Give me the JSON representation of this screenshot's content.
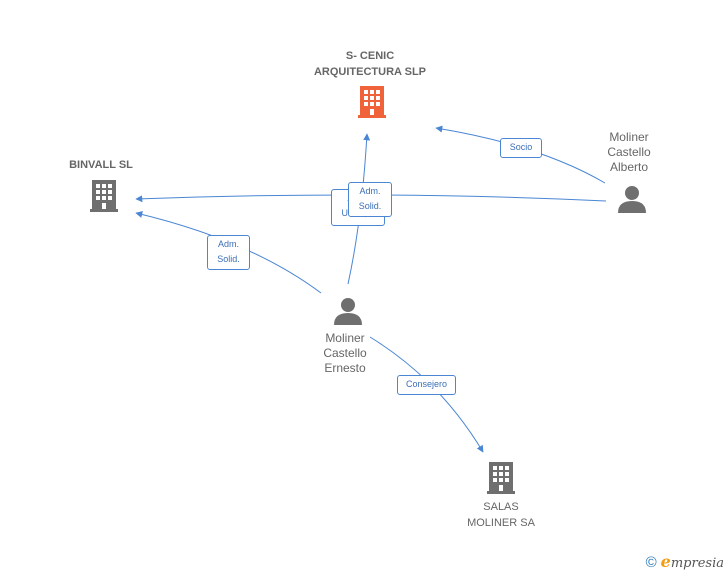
{
  "nodes": {
    "scenic": {
      "label_line1": "S- CENIC",
      "label_line2": "ARQUITECTURA SLP"
    },
    "binvall": {
      "label": "BINVALL SL"
    },
    "salas": {
      "label_line1": "SALAS",
      "label_line2": "MOLINER SA"
    },
    "alberto": {
      "line1": "Moliner",
      "line2": "Castello",
      "line3": "Alberto"
    },
    "ernesto": {
      "line1": "Moliner",
      "line2": "Castello",
      "line3": "Ernesto"
    }
  },
  "edges": {
    "socio": {
      "label": "Socio"
    },
    "adm_solid_binvall": {
      "line1": "Adm.",
      "line2": "Solid."
    },
    "adm_solid_scenic": {
      "line1": "Adm.",
      "line2": "Solid."
    },
    "adm_unico": {
      "line1": "Adm.",
      "line2": "Unico,..."
    },
    "consejero": {
      "label": "Consejero"
    }
  },
  "colors": {
    "main_company": "#f0623a",
    "company": "#6f6f6f",
    "person": "#6f6f6f",
    "edge": "#4a86d4"
  },
  "footer": {
    "copyright": "©",
    "brand_initial": "e",
    "brand_rest": "mpresia"
  }
}
